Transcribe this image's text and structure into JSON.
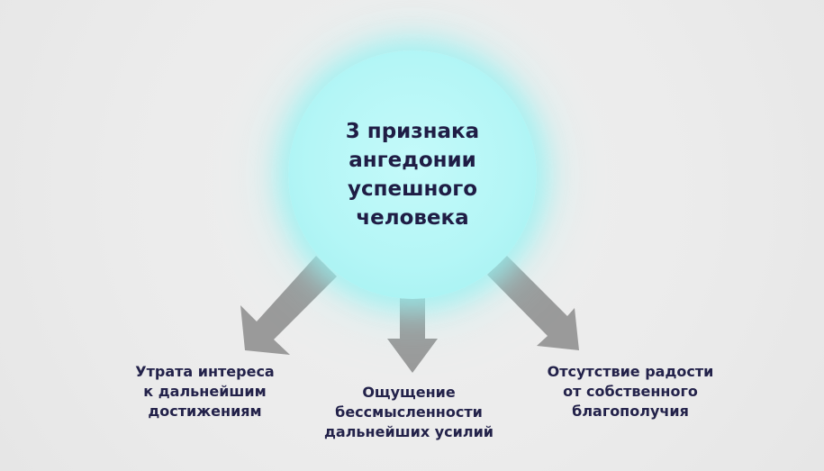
{
  "diagram": {
    "center_title": "3 признака\nангедонии\nуспешного\nчеловека",
    "branches": [
      {
        "id": "left",
        "label": "Утрата интереса\nк дальнейшим\nдостижениям"
      },
      {
        "id": "center",
        "label": "Ощущение\nбессмысленности\nдальнейших усилий"
      },
      {
        "id": "right",
        "label": "Отсутствие радости\nот собственного\nблагополучия"
      }
    ],
    "colors": {
      "background": "#ededed",
      "circle": "#b4f6f6",
      "arrow": "#999999",
      "text": "#23224a"
    }
  }
}
